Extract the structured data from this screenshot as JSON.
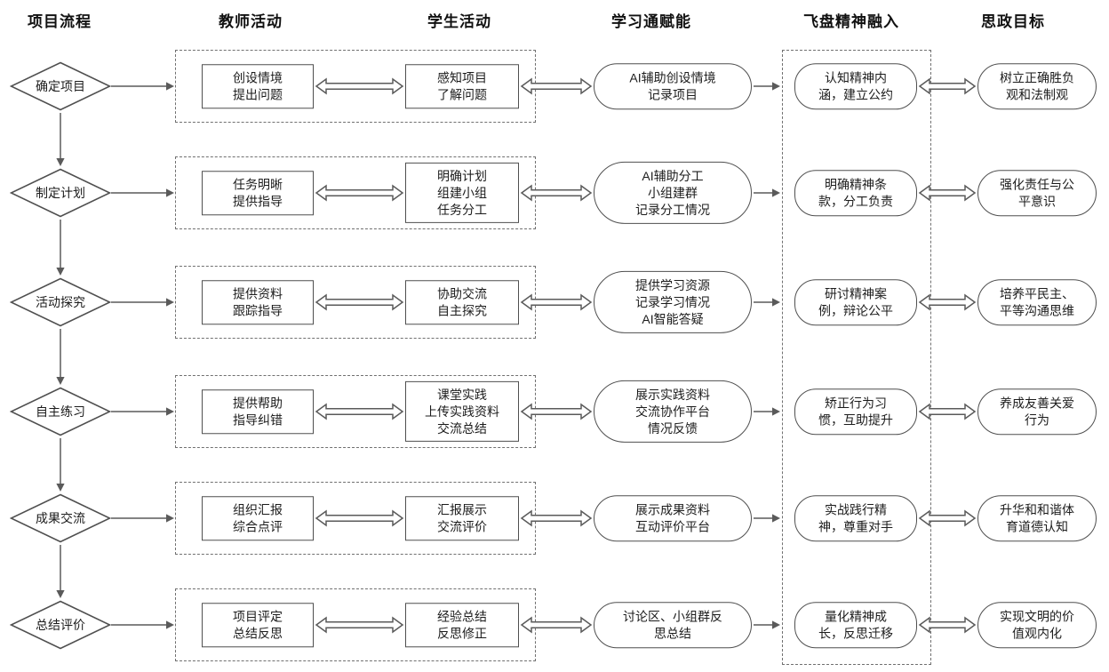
{
  "headers": [
    "项目流程",
    "教师活动",
    "学生活动",
    "学习通赋能",
    "飞盘精神融入",
    "思政目标"
  ],
  "rows": [
    {
      "process": "确定项目",
      "teacher": "创设情境\n提出问题",
      "student": "感知项目\n了解问题",
      "platform": "AI辅助创设情境\n记录项目",
      "spirit": "认知精神内\n涵，建立公约",
      "goal": "树立正确胜负\n观和法制观"
    },
    {
      "process": "制定计划",
      "teacher": "任务明晰\n提供指导",
      "student": "明确计划\n组建小组\n任务分工",
      "platform": "AI辅助分工\n小组建群\n记录分工情况",
      "spirit": "明确精神条\n款，分工负责",
      "goal": "强化责任与公\n平意识"
    },
    {
      "process": "活动探究",
      "teacher": "提供资料\n跟踪指导",
      "student": "协助交流\n自主探究",
      "platform": "提供学习资源\n记录学习情况\nAI智能答疑",
      "spirit": "研讨精神案\n例，辩论公平",
      "goal": "培养平民主、\n平等沟通思维"
    },
    {
      "process": "自主练习",
      "teacher": "提供帮助\n指导纠错",
      "student": "课堂实践\n上传实践资料\n交流总结",
      "platform": "展示实践资料\n交流协作平台\n情况反馈",
      "spirit": "矫正行为习\n惯，互助提升",
      "goal": "养成友善关爱\n行为"
    },
    {
      "process": "成果交流",
      "teacher": "组织汇报\n综合点评",
      "student": "汇报展示\n交流评价",
      "platform": "展示成果资料\n互动评价平台",
      "spirit": "实战践行精\n神，尊重对手",
      "goal": "升华和和谐体\n育道德认知"
    },
    {
      "process": "总结评价",
      "teacher": "项目评定\n总结反思",
      "student": "经验总结\n反思修正",
      "platform": "讨论区、小组群反\n思总结",
      "spirit": "量化精神成\n长，反思迁移",
      "goal": "实现文明的价\n值观内化"
    }
  ],
  "colors": {
    "background": "#ffffff",
    "shape_border": "#4f4f4f",
    "dashed_border": "#707070",
    "arrow": "#5a5a5a",
    "text": "#1c1c1c"
  }
}
